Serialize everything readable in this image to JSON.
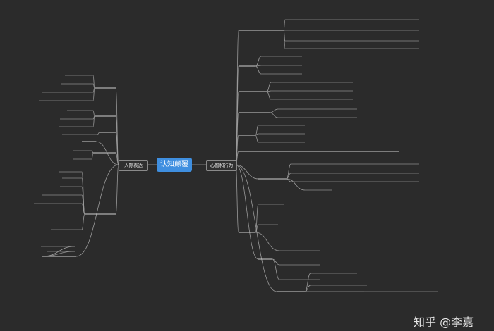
{
  "mindmap": {
    "center": "认知颠覆",
    "branches": {
      "left": "人际表达",
      "right": "心智和行为"
    }
  },
  "watermark": "知乎 @李嘉"
}
